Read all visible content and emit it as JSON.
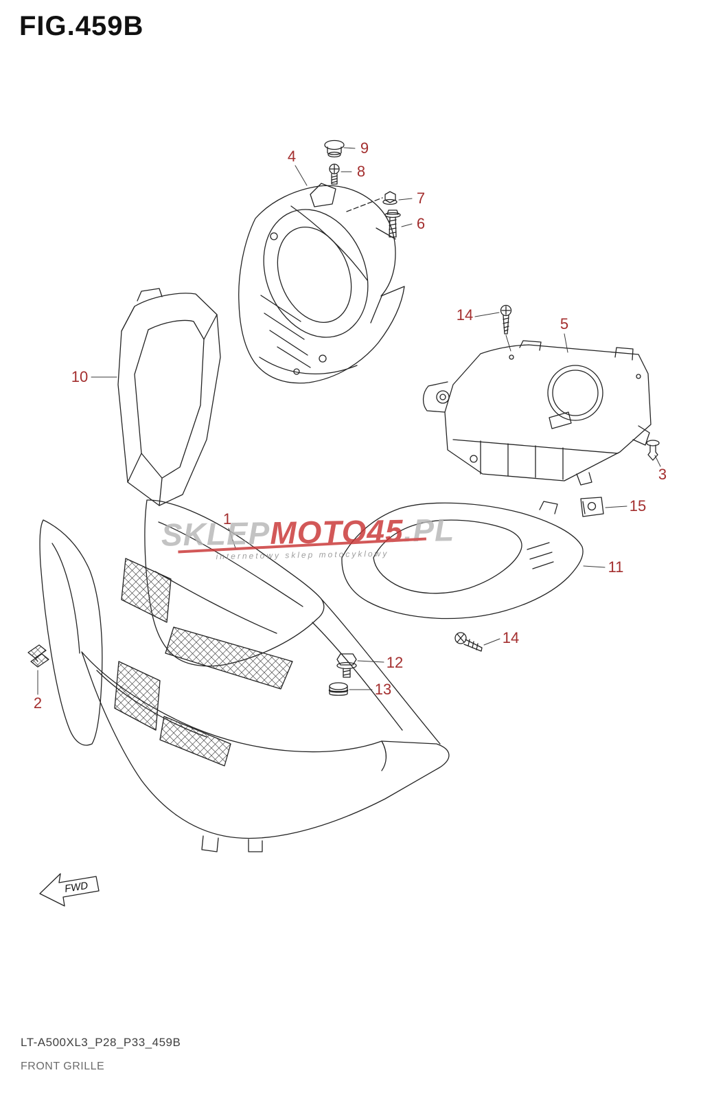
{
  "figure": {
    "title": "FIG.459B",
    "doc_code": "LT-A500XL3_P28_P33_459B",
    "caption": "FRONT GRILLE",
    "fwd_label": "FWD"
  },
  "watermark": {
    "seg1": "SKLEP",
    "seg2": "MOTO",
    "seg3": "45",
    "seg4": ".PL",
    "tagline": "internetowy sklep motocyklowy"
  },
  "colors": {
    "label_red": "#a32e2e",
    "line": "#232323",
    "watermark_red": "#c93434",
    "watermark_gray": "#b6b6b6"
  },
  "labels": [
    {
      "text": "9"
    },
    {
      "text": "8"
    },
    {
      "text": "7"
    },
    {
      "text": "6"
    },
    {
      "text": "4"
    },
    {
      "text": "14"
    },
    {
      "text": "5"
    },
    {
      "text": "10"
    },
    {
      "text": "3"
    },
    {
      "text": "15"
    },
    {
      "text": "1"
    },
    {
      "text": "11"
    },
    {
      "text": "14"
    },
    {
      "text": "12"
    },
    {
      "text": "13"
    },
    {
      "text": "2"
    }
  ]
}
